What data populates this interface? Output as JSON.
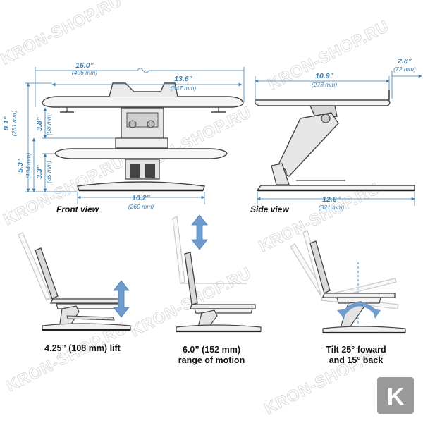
{
  "watermark": {
    "text": "KRON-SHOP.RU"
  },
  "logo": {
    "letter": "K",
    "color": "#9a9a9a"
  },
  "colors": {
    "dimension": "#3b7fb0",
    "arrow": "#6f9ccc",
    "device": "#555555",
    "screen": "#dcdcdc"
  },
  "front_view": {
    "label": "Front view",
    "dims": {
      "overall_width": {
        "main": "16.0”",
        "sub": "(406 mm)"
      },
      "tray_width": {
        "main": "13.6”",
        "sub": "(347 mm)"
      },
      "total_height": {
        "main": "9.1”",
        "sub": "(231 mm)"
      },
      "column_height": {
        "main": "3.8”",
        "sub": "(98 mm)"
      },
      "tray_height": {
        "main": "5.3”",
        "sub": "(134 mm)"
      },
      "base_to_tray": {
        "main": "3.3”",
        "sub": "(85 mm)"
      },
      "base_width": {
        "main": "10.2”",
        "sub": "(260 mm)"
      }
    }
  },
  "side_view": {
    "label": "Side view",
    "dims": {
      "tray_depth": {
        "main": "10.9”",
        "sub": "(278 mm)"
      },
      "lip": {
        "main": "2.8”",
        "sub": "(72 mm)"
      },
      "base_depth": {
        "main": "12.6”",
        "sub": "(321 mm)"
      }
    }
  },
  "motion_panels": [
    {
      "caption_lines": [
        "4.25” (108 mm) lift"
      ]
    },
    {
      "caption_lines": [
        "6.0” (152 mm)",
        "range of motion"
      ]
    },
    {
      "caption_lines": [
        "Tilt 25° foward",
        "and 15° back"
      ]
    }
  ]
}
